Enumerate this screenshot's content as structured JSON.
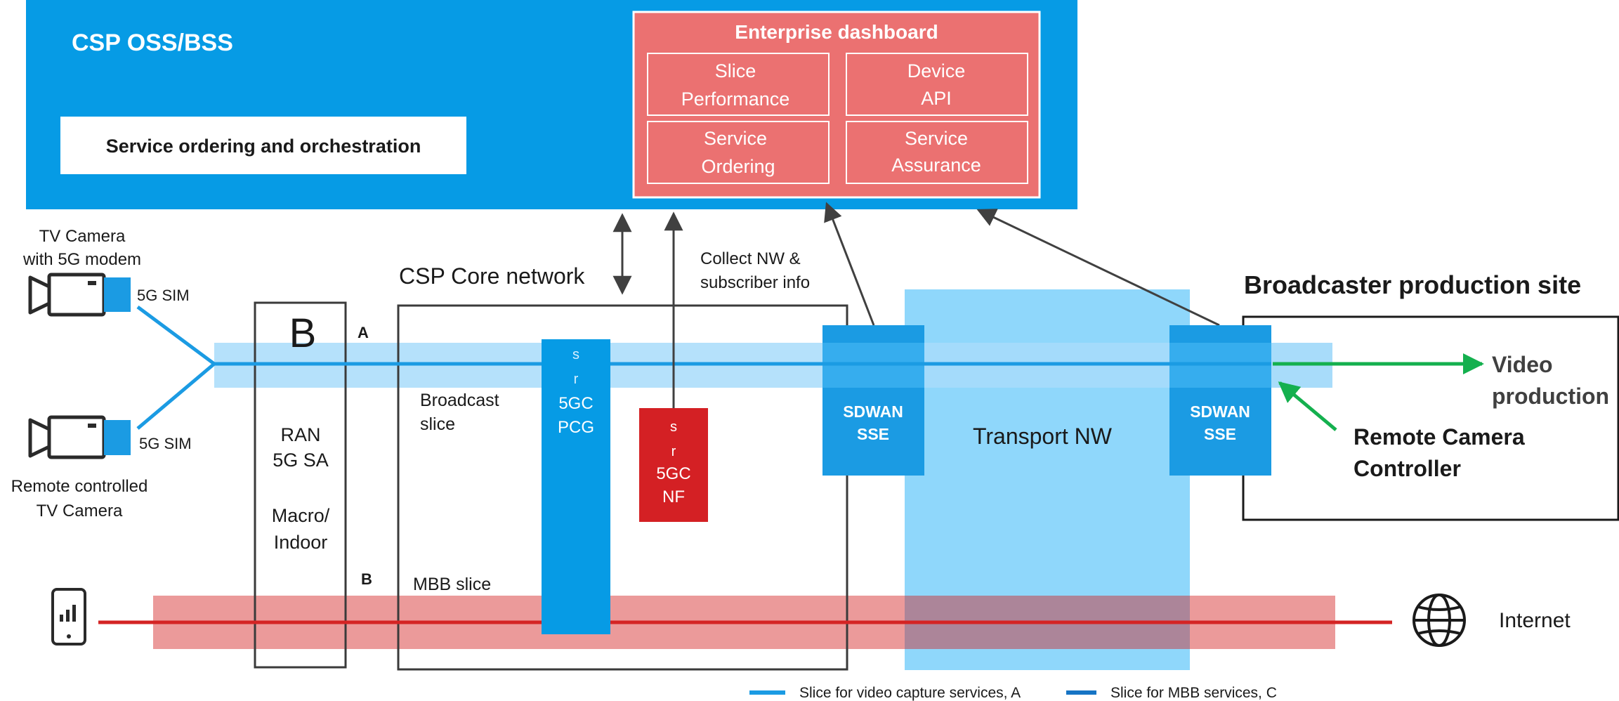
{
  "oss": {
    "title": "CSP OSS/BSS",
    "service_box": "Service ordering and orchestration"
  },
  "dashboard": {
    "title": "Enterprise dashboard",
    "tiles": [
      {
        "line1": "Slice",
        "line2": "Performance"
      },
      {
        "line1": "Device",
        "line2": "API"
      },
      {
        "line1": "Service",
        "line2": "Ordering"
      },
      {
        "line1": "Service",
        "line2": "Assurance"
      }
    ]
  },
  "cameras": {
    "top_label_1": "TV Camera",
    "top_label_2": "with 5G modem",
    "top_sim": "5G SIM",
    "bottom_sim": "5G SIM",
    "bottom_label_1": "Remote controlled",
    "bottom_label_2": "TV Camera"
  },
  "ran": {
    "letter": "B",
    "line1": "RAN",
    "line2": "5G SA",
    "line3": "Macro/",
    "line4": "Indoor"
  },
  "markers": {
    "a": "A",
    "b": "B"
  },
  "core": {
    "title": "CSP Core network",
    "broadcast_1": "Broadcast",
    "broadcast_2": "slice",
    "mbb": "MBB slice",
    "collect_1": "Collect NW &",
    "collect_2": "subscriber info"
  },
  "pcg": {
    "s": "s",
    "r": "r",
    "line1": "5GC",
    "line2": "PCG"
  },
  "nf": {
    "s": "s",
    "r": "r",
    "line1": "5GC",
    "line2": "NF"
  },
  "sdwan_left": {
    "line1": "SDWAN",
    "line2": "SSE"
  },
  "sdwan_right": {
    "line1": "SDWAN",
    "line2": "SSE"
  },
  "transport": "Transport NW",
  "broadcaster": {
    "title": "Broadcaster production site",
    "video_1": "Video",
    "video_2": "production",
    "rcc_1": "Remote Camera",
    "rcc_2": "Controller"
  },
  "internet": "Internet",
  "legend": {
    "a": "Slice for video capture services, A",
    "c": "Slice for MBB services, C"
  },
  "colors": {
    "oss_blue": "#069BE5",
    "dashboard_red": "#EB7171",
    "slice_a_band": "#A8DCFA",
    "slice_a_line": "#1B9BE3",
    "mbb_band": "#EB9A9A",
    "mbb_line": "#D42424",
    "transport": "#8FD7FB",
    "nf_red": "#D42024",
    "green": "#14B04E"
  }
}
